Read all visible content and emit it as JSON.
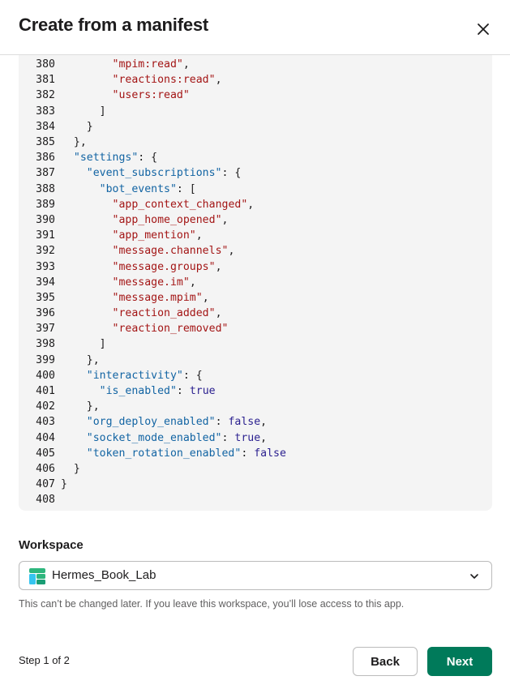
{
  "dialog": {
    "title": "Create from a manifest",
    "close_label": "close"
  },
  "code": {
    "lines": [
      {
        "n": "380",
        "tokens": [
          {
            "t": "        "
          },
          {
            "t": "\"mpim:read\"",
            "c": "str"
          },
          {
            "t": ","
          }
        ]
      },
      {
        "n": "381",
        "tokens": [
          {
            "t": "        "
          },
          {
            "t": "\"reactions:read\"",
            "c": "str"
          },
          {
            "t": ","
          }
        ]
      },
      {
        "n": "382",
        "tokens": [
          {
            "t": "        "
          },
          {
            "t": "\"users:read\"",
            "c": "str"
          }
        ]
      },
      {
        "n": "383",
        "tokens": [
          {
            "t": "      ]"
          }
        ]
      },
      {
        "n": "384",
        "tokens": [
          {
            "t": "    }"
          }
        ]
      },
      {
        "n": "385",
        "tokens": [
          {
            "t": "  },"
          }
        ]
      },
      {
        "n": "386",
        "tokens": [
          {
            "t": "  "
          },
          {
            "t": "\"settings\"",
            "c": "key"
          },
          {
            "t": ": {"
          }
        ]
      },
      {
        "n": "387",
        "tokens": [
          {
            "t": "    "
          },
          {
            "t": "\"event_subscriptions\"",
            "c": "key"
          },
          {
            "t": ": {"
          }
        ]
      },
      {
        "n": "388",
        "tokens": [
          {
            "t": "      "
          },
          {
            "t": "\"bot_events\"",
            "c": "key"
          },
          {
            "t": ": ["
          }
        ]
      },
      {
        "n": "389",
        "tokens": [
          {
            "t": "        "
          },
          {
            "t": "\"app_context_changed\"",
            "c": "str"
          },
          {
            "t": ","
          }
        ]
      },
      {
        "n": "390",
        "tokens": [
          {
            "t": "        "
          },
          {
            "t": "\"app_home_opened\"",
            "c": "str"
          },
          {
            "t": ","
          }
        ]
      },
      {
        "n": "391",
        "tokens": [
          {
            "t": "        "
          },
          {
            "t": "\"app_mention\"",
            "c": "str"
          },
          {
            "t": ","
          }
        ]
      },
      {
        "n": "392",
        "tokens": [
          {
            "t": "        "
          },
          {
            "t": "\"message.channels\"",
            "c": "str"
          },
          {
            "t": ","
          }
        ]
      },
      {
        "n": "393",
        "tokens": [
          {
            "t": "        "
          },
          {
            "t": "\"message.groups\"",
            "c": "str"
          },
          {
            "t": ","
          }
        ]
      },
      {
        "n": "394",
        "tokens": [
          {
            "t": "        "
          },
          {
            "t": "\"message.im\"",
            "c": "str"
          },
          {
            "t": ","
          }
        ]
      },
      {
        "n": "395",
        "tokens": [
          {
            "t": "        "
          },
          {
            "t": "\"message.mpim\"",
            "c": "str"
          },
          {
            "t": ","
          }
        ]
      },
      {
        "n": "396",
        "tokens": [
          {
            "t": "        "
          },
          {
            "t": "\"reaction_added\"",
            "c": "str"
          },
          {
            "t": ","
          }
        ]
      },
      {
        "n": "397",
        "tokens": [
          {
            "t": "        "
          },
          {
            "t": "\"reaction_removed\"",
            "c": "str"
          }
        ]
      },
      {
        "n": "398",
        "tokens": [
          {
            "t": "      ]"
          }
        ]
      },
      {
        "n": "399",
        "tokens": [
          {
            "t": "    },"
          }
        ]
      },
      {
        "n": "400",
        "tokens": [
          {
            "t": "    "
          },
          {
            "t": "\"interactivity\"",
            "c": "key"
          },
          {
            "t": ": {"
          }
        ]
      },
      {
        "n": "401",
        "tokens": [
          {
            "t": "      "
          },
          {
            "t": "\"is_enabled\"",
            "c": "key"
          },
          {
            "t": ": "
          },
          {
            "t": "true",
            "c": "kw"
          }
        ]
      },
      {
        "n": "402",
        "tokens": [
          {
            "t": "    },"
          }
        ]
      },
      {
        "n": "403",
        "tokens": [
          {
            "t": "    "
          },
          {
            "t": "\"org_deploy_enabled\"",
            "c": "key"
          },
          {
            "t": ": "
          },
          {
            "t": "false",
            "c": "kw"
          },
          {
            "t": ","
          }
        ]
      },
      {
        "n": "404",
        "tokens": [
          {
            "t": "    "
          },
          {
            "t": "\"socket_mode_enabled\"",
            "c": "key"
          },
          {
            "t": ": "
          },
          {
            "t": "true",
            "c": "kw"
          },
          {
            "t": ","
          }
        ]
      },
      {
        "n": "405",
        "tokens": [
          {
            "t": "    "
          },
          {
            "t": "\"token_rotation_enabled\"",
            "c": "key"
          },
          {
            "t": ": "
          },
          {
            "t": "false",
            "c": "kw"
          }
        ]
      },
      {
        "n": "406",
        "tokens": [
          {
            "t": "  }"
          }
        ]
      },
      {
        "n": "407",
        "tokens": [
          {
            "t": "}"
          }
        ]
      },
      {
        "n": "408",
        "tokens": []
      }
    ]
  },
  "workspace": {
    "label": "Workspace",
    "selected": "Hermes_Book_Lab",
    "help_text": "This can’t be changed later. If you leave this workspace, you’ll lose access to this app.",
    "logo_icon": "workspace-logo-icon",
    "chevron_icon": "chevron-down-icon"
  },
  "footer": {
    "step_text": "Step 1 of 2",
    "back_label": "Back",
    "next_label": "Next"
  },
  "colors": {
    "primary": "#007a5a",
    "json_key": "#1264a3",
    "json_string": "#a31515",
    "json_keyword": "#2a1f8f",
    "code_background": "#f4f4f4"
  }
}
